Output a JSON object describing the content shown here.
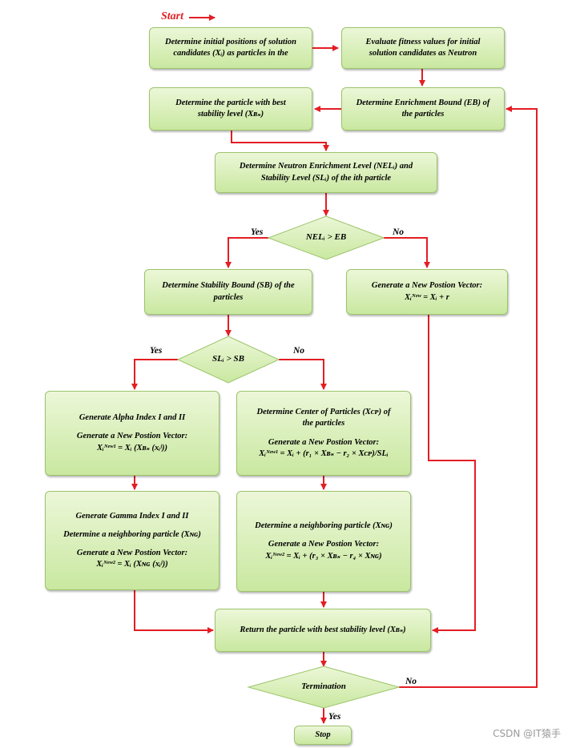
{
  "start_label": "Start",
  "boxes": {
    "init_positions": [
      "Determine initial positions of solution",
      "candidates (Xᵢ) as particles in the"
    ],
    "eval_fitness": [
      "Evaluate fitness values for initial",
      "solution candidates as Neutron"
    ],
    "best_stability": [
      "Determine the particle with best",
      "stability level (Xʙₛ)"
    ],
    "enrichment_bound": [
      "Determine Enrichment Bound (EB) of",
      "the particles"
    ],
    "nel_sl": [
      "Determine Neutron Enrichment Level (NELᵢ) and",
      "Stability Level (SLᵢ) of the ith particle"
    ],
    "stability_bound": [
      "Determine Stability Bound (SB) of the",
      "particles"
    ],
    "new_pos_r": [
      "Generate a New Postion Vector:",
      "Xᵢᴺᵉʷ = Xᵢ + r"
    ],
    "alpha": [
      "Generate Alpha Index I and II",
      "",
      "Generate a New Postion Vector:",
      "Xᵢᴺᵉʷ¹ = Xᵢ (Xʙₛ (xᵢʲ))"
    ],
    "center": [
      "Determine Center of Particles (Xᴄᴘ) of",
      "the particles",
      "",
      "Generate a New Postion Vector:",
      "Xᵢᴺᵉʷ¹ = Xᵢ + (r₁ × Xʙₛ − r₂ × Xᴄᴘ)/SLᵢ"
    ],
    "gamma": [
      "Generate Gamma  Index I and II",
      "",
      "Determine a neighboring particle (Xɴɢ)",
      "",
      "Generate a New Postion Vector:",
      "Xᵢᴺᵉʷ² = Xᵢ (Xɴɢ (xᵢʲ))"
    ],
    "neighbor": [
      "Determine a neighboring particle (Xɴɢ)",
      "",
      "Generate a New Postion Vector:",
      "Xᵢᴺᵉʷ² = Xᵢ + (r₃ × Xʙₛ − r₄ × Xɴɢ)"
    ],
    "return_best": [
      "Return the particle with best stability level (Xʙₛ)"
    ],
    "stop": [
      "Stop"
    ]
  },
  "decisions": {
    "nel_gt_eb": "NELᵢ > EB",
    "sl_gt_sb": "SLᵢ > SB",
    "termination": "Termination"
  },
  "branch_labels": {
    "yes1": "Yes",
    "no1": "No",
    "yes2": "Yes",
    "no2": "No",
    "no3": "No",
    "yes3": "Yes"
  },
  "watermark": "CSDN @IT猿手",
  "colors": {
    "arrow": "#e31e24",
    "box_fill": "#d8efb6",
    "box_border": "#9cc46a"
  }
}
